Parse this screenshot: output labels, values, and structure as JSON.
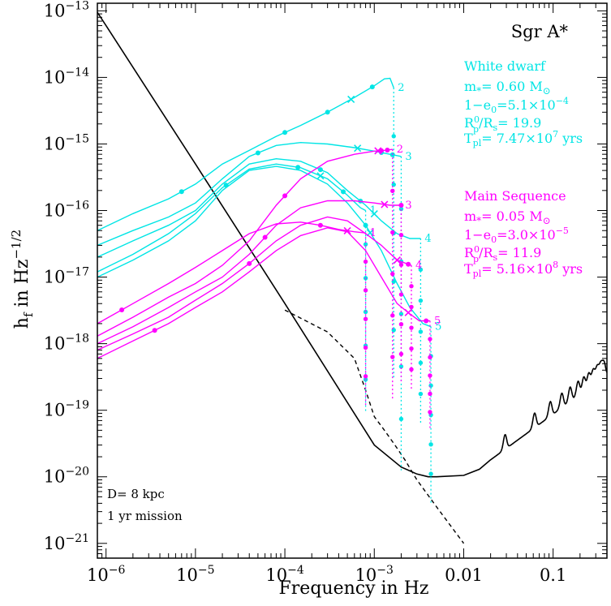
{
  "chart_data": {
    "type": "line",
    "title": "Sgr A*",
    "xlabel": "Frequency in Hz",
    "ylabel_main": "h",
    "ylabel_sub": "f",
    "ylabel_rest": " in Hz",
    "ylabel_exp": "−1/2",
    "x_scale": "log",
    "y_scale": "log",
    "xlim": [
      8e-07,
      0.4
    ],
    "ylim": [
      6e-22,
      1.3e-13
    ],
    "x_ticks": [
      {
        "value": 1e-06,
        "base": "10",
        "exp": "−6"
      },
      {
        "value": 1e-05,
        "base": "10",
        "exp": "−5"
      },
      {
        "value": 0.0001,
        "base": "10",
        "exp": "−4"
      },
      {
        "value": 0.001,
        "base": "10",
        "exp": "−3"
      },
      {
        "value": 0.01,
        "base": "0.01",
        "exp": ""
      },
      {
        "value": 0.1,
        "base": "0.1",
        "exp": ""
      }
    ],
    "y_ticks": [
      {
        "value": 1e-13,
        "base": "10",
        "exp": "−13"
      },
      {
        "value": 1e-14,
        "base": "10",
        "exp": "−14"
      },
      {
        "value": 1e-15,
        "base": "10",
        "exp": "−15"
      },
      {
        "value": 1e-16,
        "base": "10",
        "exp": "−16"
      },
      {
        "value": 1e-17,
        "base": "10",
        "exp": "−17"
      },
      {
        "value": 1e-18,
        "base": "10",
        "exp": "−18"
      },
      {
        "value": 1e-19,
        "base": "10",
        "exp": "−19"
      },
      {
        "value": 1e-20,
        "base": "10",
        "exp": "−20"
      },
      {
        "value": 1e-21,
        "base": "10",
        "exp": "−21"
      }
    ],
    "annotations": {
      "distance": "D= 8 kpc",
      "mission": "1 yr mission"
    },
    "legend": {
      "white_dwarf": {
        "color": "#00e5e5",
        "header": "White dwarf",
        "mass_pre": "m",
        "mass_sub": "*",
        "mass_val": "= 0.60 M",
        "mass_unit": "⊙",
        "ecc_pre": "1−e",
        "ecc_sub": "0",
        "ecc_val": "=5.1×10",
        "ecc_exp": "−4",
        "rp_pre": "R",
        "rp_sup": "0",
        "rp_sub": "p",
        "rp_val": "/R",
        "rp_sub2": "s",
        "rp_val2": "= 19.9",
        "tpl_pre": "T",
        "tpl_sub": "pl",
        "tpl_val": "= 7.47×10",
        "tpl_exp": "7",
        "tpl_unit": " yrs"
      },
      "main_sequence": {
        "color": "#ff00ff",
        "header": "Main Sequence",
        "mass_pre": "m",
        "mass_sub": "*",
        "mass_val": "= 0.05 M",
        "mass_unit": "⊙",
        "ecc_pre": "1−e",
        "ecc_sub": "0",
        "ecc_val": "=3.0×10",
        "ecc_exp": "−5",
        "rp_pre": "R",
        "rp_sup": "0",
        "rp_sub": "p",
        "rp_val": "/R",
        "rp_sub2": "s",
        "rp_val2": "= 11.9",
        "tpl_pre": "T",
        "tpl_sub": "pl",
        "tpl_val": "= 5.16×10",
        "tpl_exp": "8",
        "tpl_unit": " yrs"
      }
    },
    "sensitivity_curve": {
      "color": "#000000",
      "style": "solid",
      "x": [
        8e-07,
        1e-06,
        1e-05,
        0.0001,
        0.001,
        0.002,
        0.003,
        0.004,
        0.005,
        0.01,
        0.015,
        0.02
      ],
      "y": [
        9.5e-14,
        6e-14,
        5e-16,
        4e-18,
        3e-20,
        1.4e-20,
        1.1e-20,
        1e-20,
        1e-20,
        1.05e-20,
        1.3e-20,
        1.8e-20
      ],
      "oscillation": {
        "start": 0.02,
        "end": 0.4,
        "peaks": [
          0.029,
          0.062,
          0.093,
          0.125,
          0.155,
          0.19,
          0.22,
          0.25,
          0.28,
          0.31,
          0.34,
          0.37
        ],
        "rise_end_value": 3.4e-19
      }
    },
    "confusion_noise": {
      "color": "#000000",
      "style": "dashed",
      "x": [
        0.0001,
        0.0003,
        0.0006,
        0.0008,
        0.001,
        0.0013,
        0.0017,
        0.0022,
        0.003,
        0.005,
        0.01
      ],
      "y": [
        3.2e-18,
        1.5e-18,
        6e-19,
        2e-19,
        8e-20,
        5e-20,
        3e-20,
        1.8e-20,
        9e-21,
        3.5e-21,
        1e-21
      ]
    },
    "white_dwarf_series": [
      {
        "label": "1",
        "x": [
          8e-07,
          2e-06,
          5e-06,
          1e-05,
          2e-05,
          4e-05,
          8e-05,
          0.00015,
          0.0003,
          0.0005,
          0.0007,
          0.0008
        ],
        "y": [
          1.2e-17,
          2.2e-17,
          4.5e-17,
          9e-17,
          2.2e-16,
          4.2e-16,
          5e-16,
          4.4e-16,
          3e-16,
          1.7e-16,
          1.1e-16,
          1e-16
        ],
        "drop_x": 0.0008,
        "drop_to": 9e-20,
        "markers_x": [
          2.2e-05,
          0.00014,
          0.00045
        ],
        "cross_x": 0.00025
      },
      {
        "label": "2",
        "x": [
          8e-07,
          2e-06,
          5e-06,
          1e-05,
          2e-05,
          4e-05,
          8e-05,
          0.00015,
          0.0003,
          0.0006,
          0.001,
          0.0013,
          0.0015,
          0.00165
        ],
        "y": [
          5e-17,
          9e-17,
          1.5e-16,
          2.5e-16,
          5e-16,
          8e-16,
          1.3e-15,
          1.9e-15,
          3e-15,
          5e-15,
          7.5e-15,
          9.5e-15,
          9.7e-15,
          7e-15
        ],
        "drop_x": 0.00165,
        "drop_to": 3e-19,
        "markers_x": [
          7e-06,
          0.0001,
          0.0003,
          0.00095
        ],
        "cross_x": 0.00055
      },
      {
        "label": "3",
        "x": [
          8e-07,
          2e-06,
          5e-06,
          1e-05,
          2e-05,
          4e-05,
          8e-05,
          0.00015,
          0.0003,
          0.0006,
          0.001,
          0.0015,
          0.002
        ],
        "y": [
          3e-17,
          5e-17,
          8e-17,
          1.3e-16,
          3e-16,
          6.5e-16,
          9.5e-16,
          1.05e-15,
          1e-15,
          8.8e-16,
          7.8e-16,
          7e-16,
          6.5e-16
        ],
        "drop_x": 0.002,
        "drop_to": 1.2e-20,
        "markers_x": [
          5e-05,
          0.0012,
          0.0016
        ],
        "cross_x": 0.00065
      },
      {
        "label": "4",
        "x": [
          8e-07,
          2e-06,
          5e-06,
          1e-05,
          2e-05,
          4e-05,
          8e-05,
          0.00015,
          0.0003,
          0.0005,
          0.0008,
          0.0012,
          0.0018,
          0.0025,
          0.0033
        ],
        "y": [
          2e-17,
          3.5e-17,
          6e-17,
          1e-16,
          2.5e-16,
          5e-16,
          6e-16,
          5.5e-16,
          3.7e-16,
          2e-16,
          1.2e-16,
          7e-17,
          4.5e-17,
          3.8e-17,
          3.8e-17
        ],
        "drop_x": 0.0033,
        "drop_to": 6e-20,
        "markers_x": [
          0.00025,
          0.0007
        ],
        "cross_x": 0.001
      },
      {
        "label": "5",
        "x": [
          8e-07,
          2e-06,
          5e-06,
          1e-05,
          2e-05,
          4e-05,
          8e-05,
          0.00015,
          0.0003,
          0.0005,
          0.0008,
          0.0012,
          0.0018,
          0.0025,
          0.0035,
          0.0043
        ],
        "y": [
          1e-17,
          1.8e-17,
          3.5e-17,
          7e-17,
          2e-16,
          4e-16,
          4.6e-16,
          4e-16,
          2.5e-16,
          1.3e-16,
          6e-17,
          2.5e-17,
          8e-18,
          3.5e-18,
          2e-18,
          1.8e-18
        ],
        "drop_x": 0.0043,
        "drop_to": 4e-21,
        "markers_x": [
          0.0008
        ],
        "cross_x": 0.0009
      }
    ],
    "main_sequence_series": [
      {
        "label": "1",
        "x": [
          8e-07,
          2e-06,
          5e-06,
          1e-05,
          2e-05,
          4e-05,
          8e-05,
          0.00015,
          0.00025,
          0.0004,
          0.0006,
          0.0008
        ],
        "y": [
          2e-18,
          4e-18,
          8e-18,
          1.4e-17,
          2.5e-17,
          4.5e-17,
          6.3e-17,
          6.7e-17,
          6e-17,
          5.2e-17,
          4.8e-17,
          4.6e-17
        ],
        "drop_x": 0.0008,
        "drop_to": 1.2e-19,
        "markers_x": [
          1.5e-06,
          0.00025
        ],
        "cross_x": 0.0005
      },
      {
        "label": "2",
        "x": [
          8e-07,
          2e-06,
          5e-06,
          1e-05,
          2e-05,
          4e-05,
          8e-05,
          0.00015,
          0.0003,
          0.0006,
          0.001,
          0.0013,
          0.0016
        ],
        "y": [
          1.3e-18,
          2.5e-18,
          5e-18,
          8e-18,
          1.5e-17,
          3.5e-17,
          1.2e-16,
          3e-16,
          5.5e-16,
          7e-16,
          7.8e-16,
          8e-16,
          8.3e-16
        ],
        "drop_x": 0.0016,
        "drop_to": 1.5e-19,
        "markers_x": [
          0.0001,
          0.0012,
          0.0014
        ],
        "cross_x": 0.0011
      },
      {
        "label": "3",
        "x": [
          8e-07,
          2e-06,
          5e-06,
          1e-05,
          2e-05,
          4e-05,
          8e-05,
          0.00015,
          0.0003,
          0.0006,
          0.001,
          0.0015,
          0.002
        ],
        "y": [
          1e-18,
          1.8e-18,
          3.5e-18,
          6e-18,
          1e-17,
          2.2e-17,
          6e-17,
          1.1e-16,
          1.4e-16,
          1.4e-16,
          1.3e-16,
          1.2e-16,
          1.2e-16
        ],
        "drop_x": 0.002,
        "drop_to": 2.5e-19,
        "markers_x": [
          6e-05,
          0.002
        ],
        "cross_x": 0.0013
      },
      {
        "label": "4",
        "x": [
          8e-07,
          2e-06,
          5e-06,
          1e-05,
          2e-05,
          4e-05,
          8e-05,
          0.00015,
          0.0003,
          0.0005,
          0.0008,
          0.0012,
          0.0018,
          0.0026
        ],
        "y": [
          8e-19,
          1.4e-18,
          2.5e-18,
          4.5e-18,
          8e-18,
          1.6e-17,
          3.5e-17,
          6e-17,
          8e-17,
          7e-17,
          4.5e-17,
          3e-17,
          1.8e-17,
          1.5e-17
        ],
        "drop_x": 0.0026,
        "drop_to": 2e-19,
        "markers_x": [
          4e-05,
          0.0024
        ],
        "cross_x": 0.0018
      },
      {
        "label": "5",
        "x": [
          8e-07,
          2e-06,
          5e-06,
          1e-05,
          2e-05,
          4e-05,
          8e-05,
          0.00015,
          0.0003,
          0.0005,
          0.0008,
          0.0012,
          0.0018,
          0.0025,
          0.0032,
          0.0042
        ],
        "y": [
          6e-19,
          1.1e-18,
          2e-18,
          3.5e-18,
          6e-18,
          1.2e-17,
          2.5e-17,
          4.2e-17,
          5.5e-17,
          4.8e-17,
          2.5e-17,
          1e-17,
          4e-18,
          2.8e-18,
          2.2e-18,
          2.2e-18
        ],
        "drop_x": 0.0042,
        "drop_to": 5e-20,
        "markers_x": [
          3.5e-06,
          0.0038
        ],
        "cross_x": 0.0024
      }
    ]
  }
}
